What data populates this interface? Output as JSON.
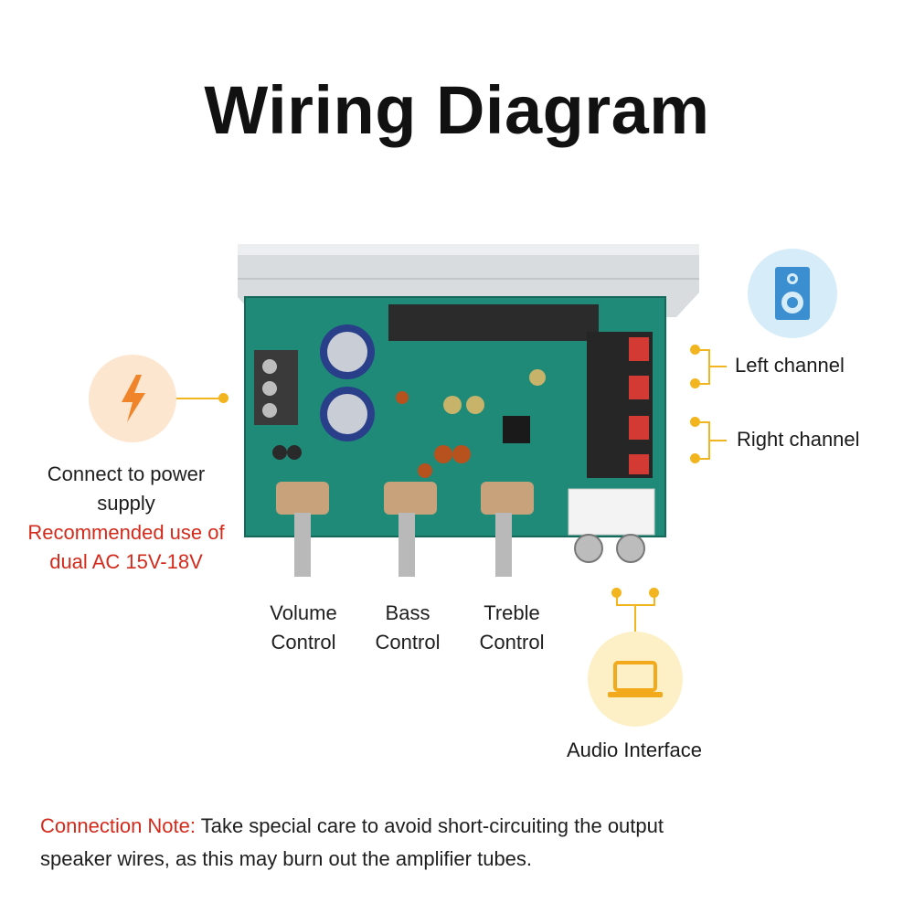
{
  "title": "Wiring Diagram",
  "power": {
    "line1": "Connect to power",
    "line2": "supply",
    "recommend1": "Recommended use of",
    "recommend2": "dual AC 15V-18V"
  },
  "knobs": [
    {
      "line1": "Volume",
      "line2": "Control"
    },
    {
      "line1": "Bass",
      "line2": "Control"
    },
    {
      "line1": "Treble",
      "line2": "Control"
    }
  ],
  "channels": {
    "left": "Left channel",
    "right": "Right channel"
  },
  "audio_interface": "Audio Interface",
  "note": {
    "prefix": "Connection Note:",
    "line1": " Take special care to avoid short-circuiting the output",
    "line2": "speaker wires, as this may burn out the amplifier tubes."
  },
  "icons": {
    "power": "lightning-icon",
    "speaker": "speaker-icon",
    "laptop": "laptop-icon"
  },
  "colors": {
    "accent": "#f2b51f",
    "warning": "#d42a1c",
    "board": "#1f8a78",
    "icon_bg_orange": "#fde6cf",
    "icon_bg_blue": "#d6ecf8",
    "icon_bg_yellow": "#fdf0c6"
  }
}
